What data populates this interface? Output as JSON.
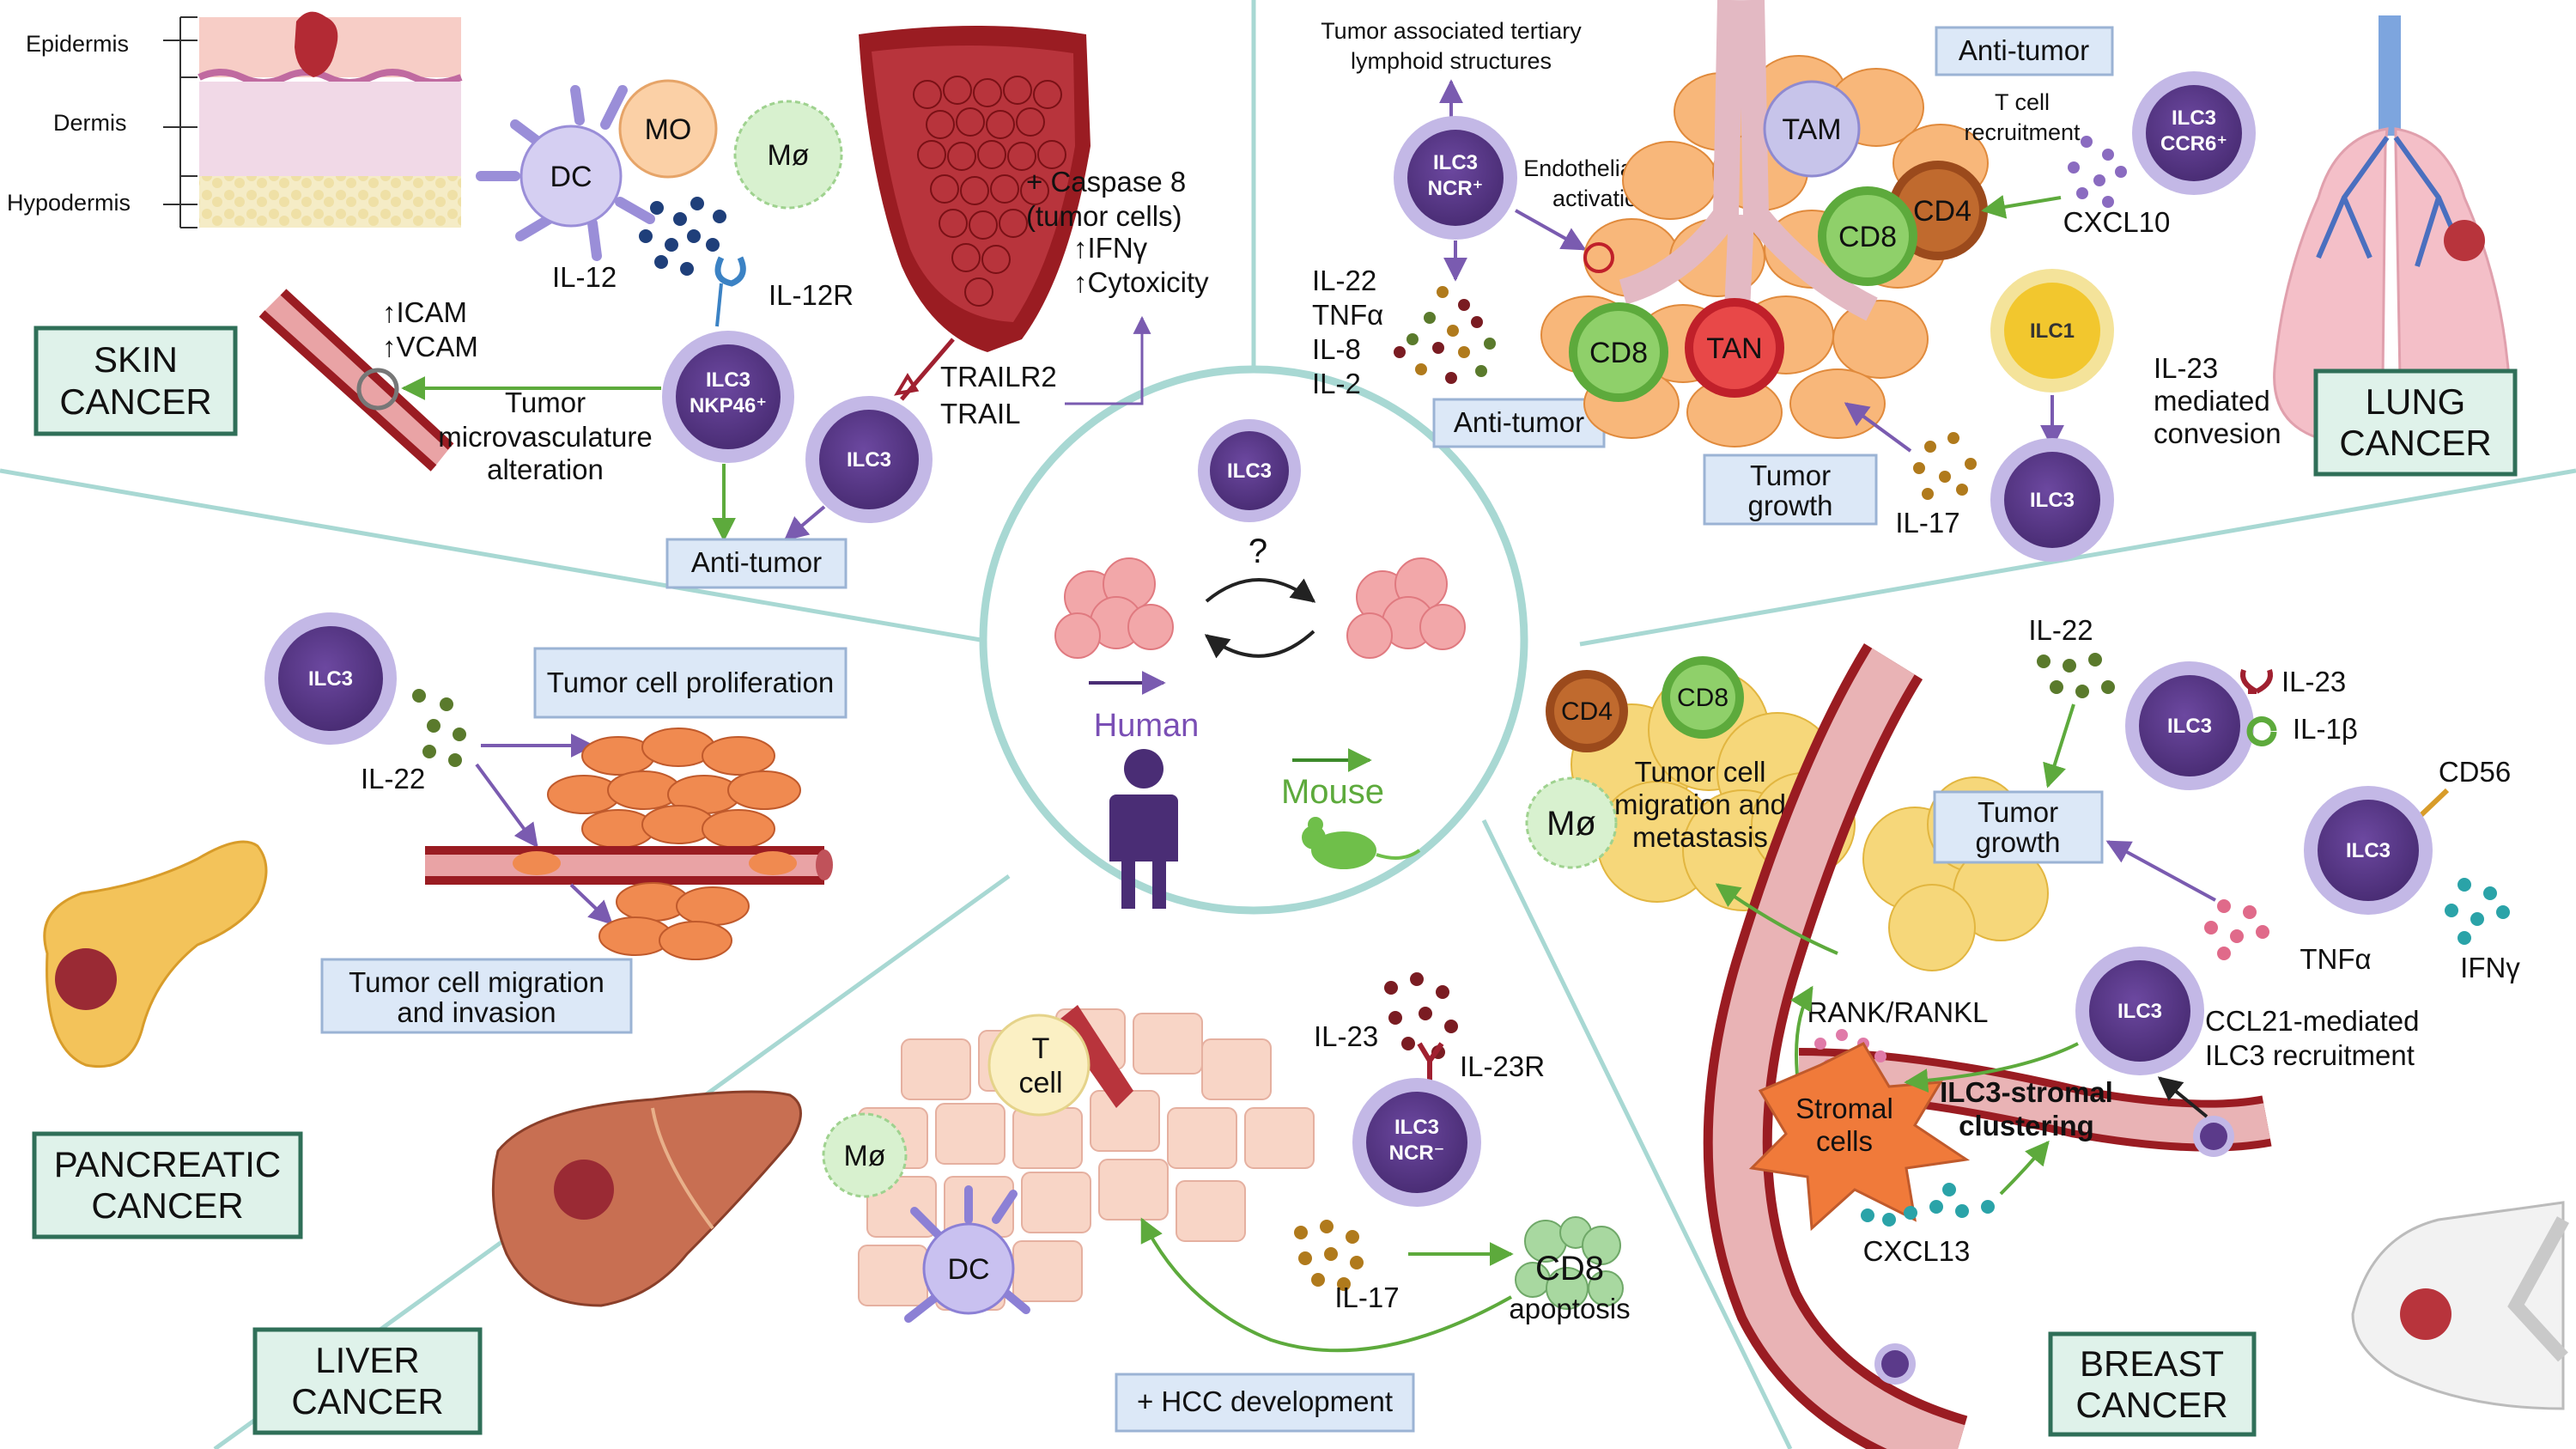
{
  "center": {
    "cell": "ILC3",
    "question": "?",
    "human": "Human",
    "mouse": "Mouse"
  },
  "skin": {
    "cancer": [
      "SKIN",
      "CANCER"
    ],
    "layers": [
      "Epidermis",
      "Dermis",
      "Hypodermis"
    ],
    "cells": {
      "dc": "DC",
      "mo": "MO",
      "mac": "Mø",
      "ilc3a": [
        "ILC3",
        "NKP46⁺"
      ],
      "ilc3b": "ILC3"
    },
    "il12": "IL-12",
    "il12r": "IL-12R",
    "icam": "↑ICAM",
    "vcam": "↑VCAM",
    "microvasculature": [
      "Tumor",
      "microvasculature",
      "alteration"
    ],
    "antitumor": "Anti-tumor",
    "trailr2": "TRAILR2",
    "trail": "TRAIL",
    "effects": [
      "+ Caspase 8",
      "(tumor cells)",
      "↑IFNγ",
      "↑Cytoxicity"
    ]
  },
  "lung": {
    "cancer": [
      "LUNG",
      "CANCER"
    ],
    "tls": [
      "Tumor associated tertiary",
      "lymphoid structures"
    ],
    "antitumor_top": "Anti-tumor",
    "antitumor_bottom": "Anti-tumor",
    "ilc3ncr": [
      "ILC3",
      "NCR⁺"
    ],
    "endothelial": [
      "Endothelial cell",
      "activation"
    ],
    "cytokines": [
      "IL-22",
      "TNFα",
      "IL-8",
      "IL-2"
    ],
    "cells": {
      "tam": "TAM",
      "cd8a": "CD8",
      "cd4": "CD4",
      "cd8b": "CD8",
      "tan": "TAN"
    },
    "tcell_recruit": [
      "T cell",
      "recruitment"
    ],
    "ilc3ccr6": [
      "ILC3",
      "CCR6⁺"
    ],
    "cxcl10": "CXCL10",
    "ilc1": "ILC1",
    "il23conv": [
      "IL-23",
      "mediated",
      "convesion"
    ],
    "ilc3": "ILC3",
    "growth": [
      "Tumor",
      "growth"
    ],
    "il17": "IL-17"
  },
  "pancreatic": {
    "cancer": [
      "PANCREATIC",
      "CANCER"
    ],
    "ilc3": "ILC3",
    "il22": "IL-22",
    "proliferation": "Tumor cell proliferation",
    "migration": [
      "Tumor cell migration",
      "and invasion"
    ]
  },
  "liver": {
    "cancer": [
      "LIVER",
      "CANCER"
    ],
    "tcell": [
      "T",
      "cell"
    ],
    "mac": "Mø",
    "dc": "DC",
    "il23": "IL-23",
    "il23r": "IL-23R",
    "ilc3": [
      "ILC3",
      "NCR⁻"
    ],
    "il17": "IL-17",
    "apoptosis": [
      "CD8",
      "apoptosis"
    ],
    "hcc": "+ HCC development"
  },
  "breast": {
    "cancer": [
      "BREAST",
      "CANCER"
    ],
    "cd4": "CD4",
    "cd8": "CD8",
    "mac": "Mø",
    "metastasis": [
      "Tumor cell",
      "migration and",
      "metastasis"
    ],
    "il22": "IL-22",
    "ilc3a": "ILC3",
    "il23": "IL-23",
    "il1b": "IL-1β",
    "growth": [
      "Tumor",
      "growth"
    ],
    "cd56": "CD56",
    "ilc3b": "ILC3",
    "tnfa": "TNFα",
    "ifng": "IFNγ",
    "rankl": "RANK/RANKL",
    "ilc3c": "ILC3",
    "ccl21": [
      "CCL21-mediated",
      "ILC3 recruitment"
    ],
    "stromal": [
      "Stromal",
      "cells"
    ],
    "clustering": [
      "ILC3-stromal",
      "clustering"
    ],
    "cxcl13": "CXCL13"
  },
  "colors": {
    "ilc3": "#5b3a8a",
    "ilc3_ring": "#b3a6d9",
    "box_fill": "#dce8f7",
    "box_stroke": "#9bb3d4",
    "cancer_fill": "#dff2ea",
    "cancer_stroke": "#2f6f58",
    "divider": "#a8d8d3",
    "green_arrow": "#5daa3c",
    "purple_arrow": "#7a5bb0",
    "vessel": "#9a1c22"
  }
}
